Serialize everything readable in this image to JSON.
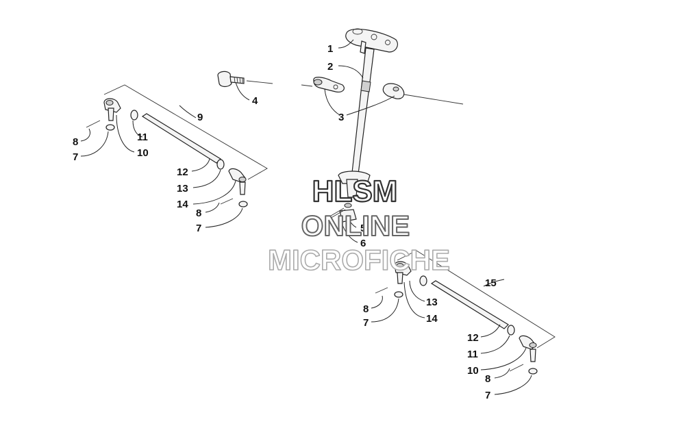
{
  "diagram": {
    "labels": {
      "steering": [
        "1",
        "2",
        "3",
        "4",
        "5",
        "6"
      ],
      "left_tie_rod": [
        "9",
        "11",
        "10",
        "8",
        "7",
        "12",
        "13",
        "14",
        "8",
        "7"
      ],
      "right_tie_rod": [
        "15",
        "8",
        "7",
        "13",
        "14",
        "12",
        "11",
        "10",
        "8",
        "7"
      ]
    }
  },
  "watermark": {
    "line1": "HLSM",
    "line2": "ONLINE",
    "line3": "MICROFICHE",
    "colors": {
      "line1": "#333333",
      "line2": "#666666",
      "line3": "#aaaaaa"
    }
  }
}
